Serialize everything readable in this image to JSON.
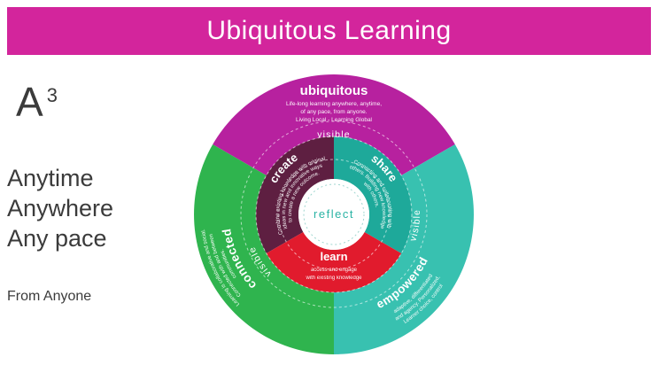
{
  "header": {
    "title": "Ubiquitous Learning",
    "bg_color": "#d3259c",
    "text_color": "#ffffff"
  },
  "left_panel": {
    "formula_base": "A",
    "formula_exponent": "3",
    "lines": [
      "Anytime",
      "Anywhere",
      "Any pace"
    ],
    "footnote": "From Anyone"
  },
  "diagram": {
    "colors": {
      "ubiquitous": "#b7219f",
      "connected": "#2fb44e",
      "empowered": "#38c1b0",
      "create": "#5e1f41",
      "share": "#1ea99a",
      "learn": "#e11b2d",
      "center_bg": "#ffffff",
      "reflect_text": "#2ab3a4"
    },
    "center": {
      "label": "reflect"
    },
    "outer_ring": [
      {
        "id": "ubiquitous",
        "label": "ubiquitous",
        "desc": [
          "Life-long learning anywhere, anytime,",
          "of any pace, from anyone.",
          "Living Local - Learning Global"
        ],
        "visible": "visible"
      },
      {
        "id": "empowered",
        "label": "empowered",
        "desc": [
          "Learner choice, control",
          "and agency. Personalized,",
          "adaptive, differentiated"
        ],
        "visible": "visible"
      },
      {
        "id": "connected",
        "label": "connected",
        "desc": [
          "Learning is collaborative and social.",
          "Connected with and between",
          "communities."
        ],
        "visible": "visible"
      }
    ],
    "inner_ring": [
      {
        "id": "create",
        "label": "create",
        "desc": [
          "Combine existing knowledge with original",
          "ideas in new and innovative ways",
          "to create a new outcome."
        ]
      },
      {
        "id": "share",
        "label": "share",
        "desc": [
          "Connecting and collaborating with",
          "others. Building new knowledge",
          "with others."
        ]
      },
      {
        "id": "learn",
        "label": "learn",
        "desc": [
          "access and engage",
          "with existing knowledge"
        ]
      }
    ]
  }
}
